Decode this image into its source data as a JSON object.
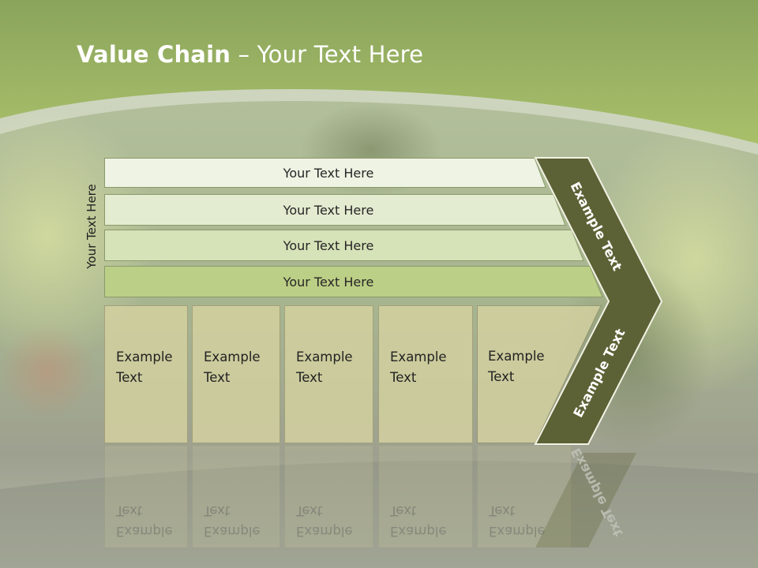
{
  "title": {
    "bold": "Value Chain",
    "rest": " – Your Text Here"
  },
  "side_label": "Your Text Here",
  "bars": [
    {
      "label": "Your Text Here"
    },
    {
      "label": "Your Text Here"
    },
    {
      "label": "Your Text Here"
    },
    {
      "label": "Your Text Here"
    }
  ],
  "boxes": [
    {
      "text": "Example\nText"
    },
    {
      "text": "Example\nText"
    },
    {
      "text": "Example\nText"
    },
    {
      "text": "Example\nText"
    },
    {
      "text": "Example\nText"
    }
  ],
  "chevron": {
    "upper": "Example Text",
    "lower": "Example Text"
  },
  "colors": {
    "header_green": "#9ab25c",
    "chevron": "#5d6236",
    "box_fill": "#d2d0a0",
    "bar_fills": [
      "#eff3e4",
      "#e3ebd0",
      "#d6e2b8",
      "#bccf86"
    ]
  }
}
